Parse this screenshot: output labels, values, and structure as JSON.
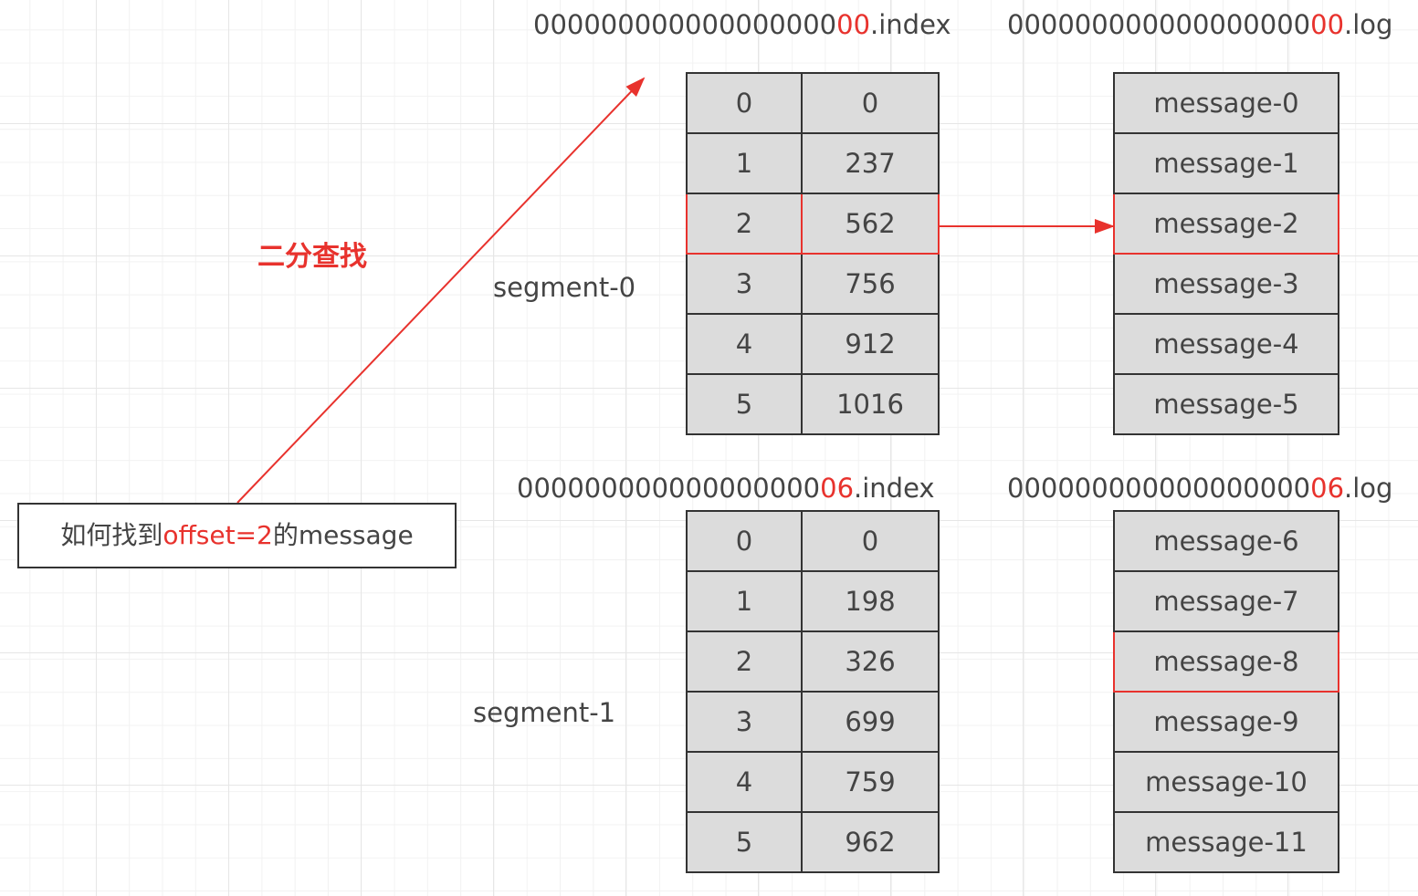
{
  "segments": [
    {
      "label": "segment-0",
      "index_file": {
        "prefix": "000000000000000000",
        "highlight": "00",
        "suffix": ".index"
      },
      "log_file": {
        "prefix": "000000000000000000",
        "highlight": "00",
        "suffix": ".log"
      },
      "index_rows": [
        [
          "0",
          "0"
        ],
        [
          "1",
          "237"
        ],
        [
          "2",
          "562"
        ],
        [
          "3",
          "756"
        ],
        [
          "4",
          "912"
        ],
        [
          "5",
          "1016"
        ]
      ],
      "messages": [
        "message-0",
        "message-1",
        "message-2",
        "message-3",
        "message-4",
        "message-5"
      ],
      "highlight_index_row": 2,
      "highlight_message": 2
    },
    {
      "label": "segment-1",
      "index_file": {
        "prefix": "000000000000000000",
        "highlight": "06",
        "suffix": ".index"
      },
      "log_file": {
        "prefix": "000000000000000000",
        "highlight": "06",
        "suffix": ".log"
      },
      "index_rows": [
        [
          "0",
          "0"
        ],
        [
          "1",
          "198"
        ],
        [
          "2",
          "326"
        ],
        [
          "3",
          "699"
        ],
        [
          "4",
          "759"
        ],
        [
          "5",
          "962"
        ]
      ],
      "messages": [
        "message-6",
        "message-7",
        "message-8",
        "message-9",
        "message-10",
        "message-11"
      ],
      "highlight_index_row": -1,
      "highlight_message": 2
    }
  ],
  "question": {
    "before": "如何找到",
    "highlight": "offset=2",
    "after": "的message"
  },
  "search_label": "二分查找",
  "colors": {
    "accent": "#e8322d",
    "cell": "#dcdcdc",
    "border": "#333333"
  }
}
